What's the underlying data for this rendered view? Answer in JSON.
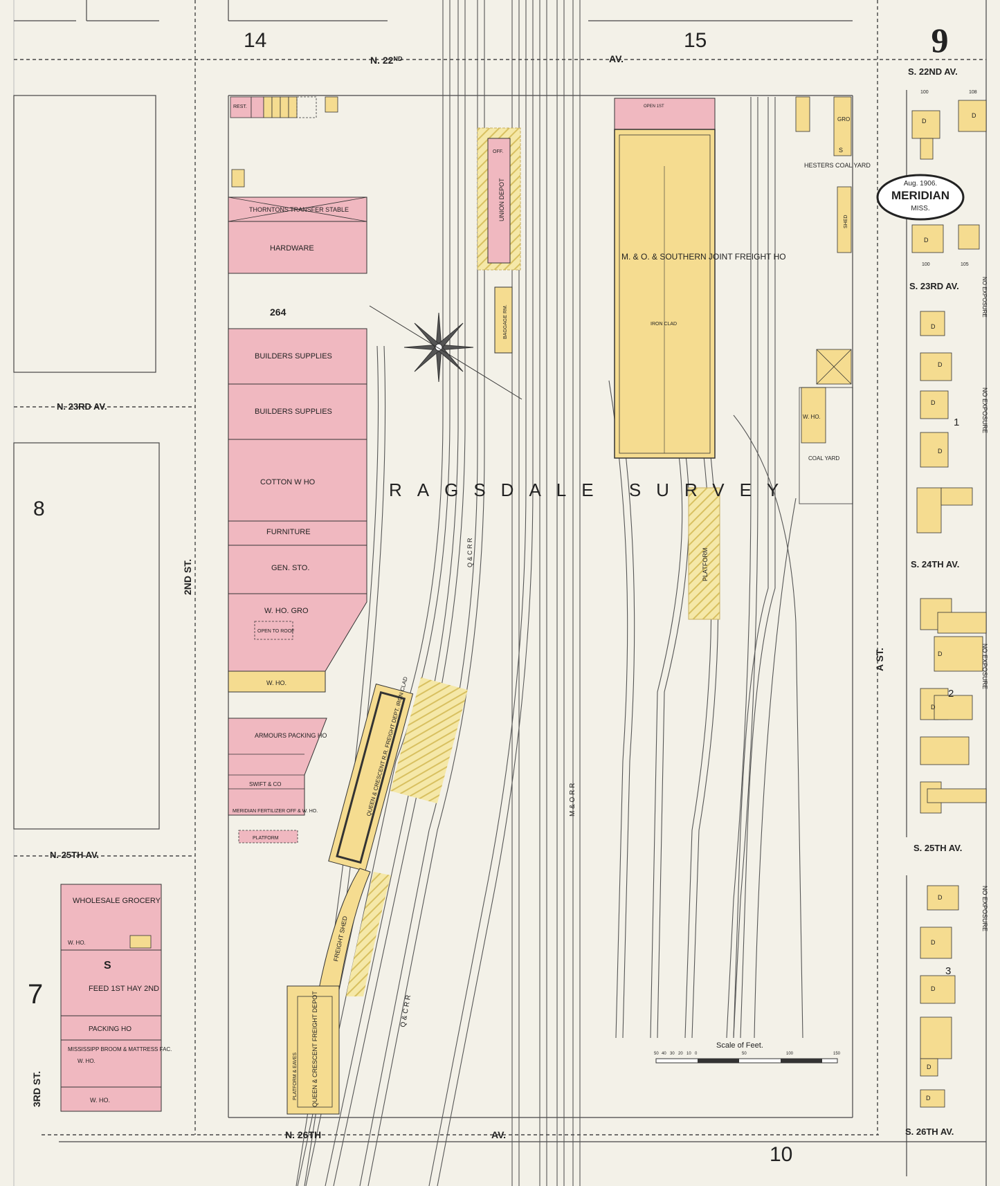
{
  "sheet": {
    "number": "9",
    "city": "MERIDIAN",
    "state": "MISS.",
    "date": "Aug. 1906."
  },
  "blocks": {
    "b14": "14",
    "b15": "15",
    "b8": "8",
    "b7": "7",
    "b10": "10",
    "b264": "264",
    "b1": "1",
    "b2": "2",
    "b3": "3",
    "bS": "S"
  },
  "streets": {
    "n22": "N. 22ND AV.",
    "n22_left": "N. 22",
    "n22_suffix": "ND",
    "n22_av": "AV.",
    "n23": "N. 23RD AV.",
    "n25": "N. 25TH AV.",
    "n26": "N. 26TH",
    "n26_av": "AV.",
    "s22": "S. 22ND AV.",
    "s23": "S. 23RD AV.",
    "s24": "S. 24TH AV.",
    "s25": "S. 25TH AV.",
    "s26": "S. 26TH AV.",
    "second_st": "2ND ST.",
    "third_st": "3RD ST.",
    "a_st": "A ST."
  },
  "survey": "RAGSDALE SURVEY",
  "railroads": {
    "qc": "Q & C R R",
    "mo": "M & O R R",
    "qc_lower": "Q & C R R"
  },
  "buildings": {
    "hardware": "HARDWARE",
    "thorntons": "THORNTONS TRANSFER STABLE",
    "rest": "REST.",
    "builders1": "BUILDERS SUPPLIES",
    "builders2": "BUILDERS SUPPLIES",
    "cotton": "COTTON W HO",
    "furniture": "FURNITURE",
    "genstore": "GEN. STO.",
    "whogro": "W. HO. GRO",
    "opentoroof": "OPEN TO ROOF",
    "who1": "W. HO.",
    "armours": "ARMOURS PACKING HO",
    "swift": "SWIFT & CO",
    "meridian_fert": "MERIDIAN FERTILIZER OFF & W. HO.",
    "platform_small": "PLATFORM",
    "union_depot": "UNION DEPOT",
    "off": "OFF.",
    "baggage": "BAGGAGE RM.",
    "mo_freight": "M. & O. & SOUTHERN JOINT FREIGHT HO",
    "iron_clad": "IRON CLAD",
    "open_1st": "OPEN 1ST",
    "qc_freight_depot": "QUEEN & CRESCENT R.R. FREIGHT DEPT. IRON CLAD",
    "freight_shed": "FREIGHT SHED",
    "qc_freight_depot2": "QUEEN & CRESCENT FREIGHT DEPOT",
    "platform_eaves": "PLATFORM & EAVES",
    "platform_main": "PLATFORM",
    "hesters": "HESTERS COAL YARD",
    "coalyard": "COAL YARD",
    "who2": "W. HO.",
    "shed": "SHED",
    "gro": "GRO",
    "wholesale_grocery": "WHOLESALE GROCERY",
    "who3": "W. HO.",
    "feed_hay": "FEED 1ST HAY 2ND",
    "packing_ho": "PACKING HO",
    "mississippi_broom": "MISSISSIPP BROOM & MATTRESS FAC.",
    "who4": "W. HO.",
    "who5": "W. HO.",
    "no_exposure": "NO EXPOSURE"
  },
  "scale": {
    "title": "Scale of Feet.",
    "ticks": [
      "50",
      "40",
      "30",
      "20",
      "10",
      "0",
      "50",
      "100",
      "150"
    ]
  },
  "house_marks": {
    "d": "D",
    "s": "S"
  },
  "house_numbers": {
    "n100a": "100",
    "n108": "108",
    "n100b": "100",
    "n105": "105"
  }
}
